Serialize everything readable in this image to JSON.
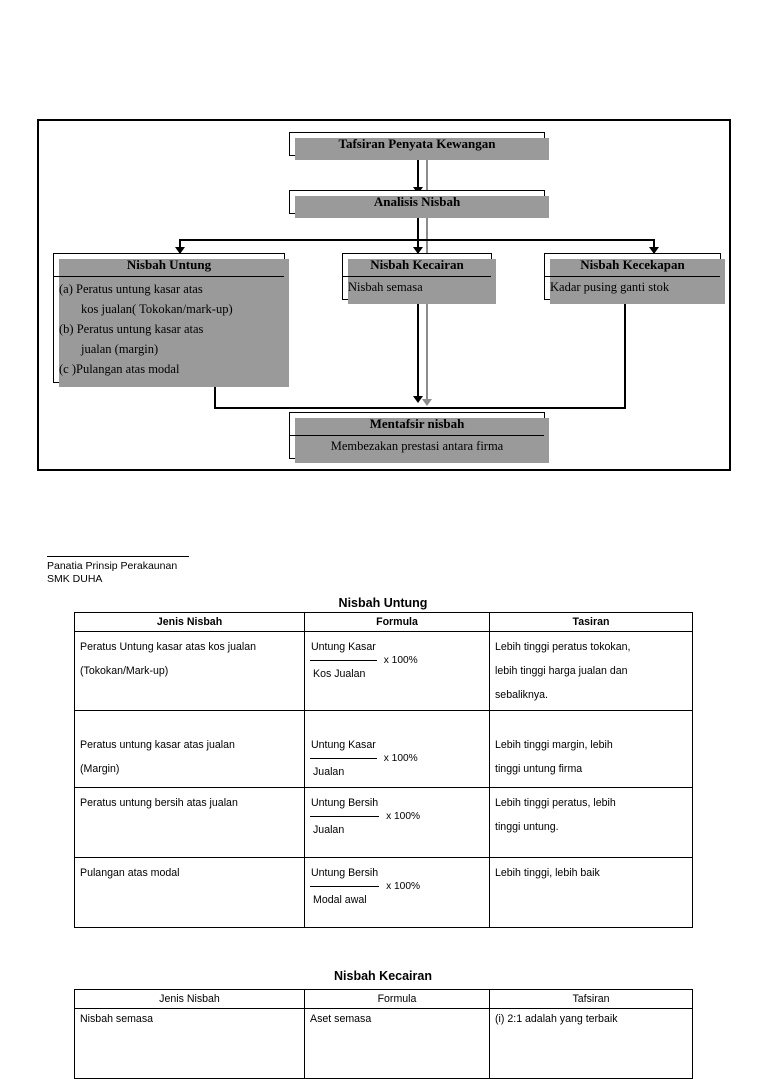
{
  "flowchart": {
    "top_box": {
      "title": "Tafsiran  Penyata Kewangan"
    },
    "second_box": {
      "title": "Analisis  Nisbah"
    },
    "branch_left": {
      "title": "Nisbah  Untung",
      "items": [
        "(a) Peratus  untung kasar  atas",
        "kos jualan( Tokokan/mark-up)",
        "(b) Peratus untung kasar atas",
        "jualan (margin)",
        "(c )Pulangan atas  modal"
      ]
    },
    "branch_middle": {
      "title": "Nisbah Kecairan",
      "body": "Nisbah  semasa"
    },
    "branch_right": {
      "title": "Nisbah Kecekapan",
      "body": "Kadar  pusing ganti stok"
    },
    "bottom_box": {
      "title": "Mentafsir nisbah",
      "body": "Membezakan  prestasi antara firma"
    }
  },
  "page_note": {
    "line1": "Panatia  Prinsip Perakaunan",
    "line2": "SMK  DUHA"
  },
  "table_untung": {
    "caption": "Nisbah Untung",
    "headers": [
      "Jenis Nisbah",
      "Formula",
      "Tasiran"
    ],
    "rows": [
      {
        "jenis": [
          "Peratus Untung kasar  atas kos  jualan",
          "(Tokokan/Mark-up)"
        ],
        "formula": {
          "numerator": "Untung Kasar",
          "denominator": "Kos Jualan",
          "multiplier": "x  100%"
        },
        "tasiran": [
          "Lebih tinggi  peratus  tokokan,",
          "lebih tinggi harga jualan dan",
          "sebaliknya."
        ]
      },
      {
        "jenis": [
          "Peratus  untung kasar atas jualan",
          "(Margin)"
        ],
        "formula": {
          "numerator": "Untung Kasar",
          "denominator": "Jualan",
          "multiplier": "x  100%"
        },
        "tasiran": [
          "Lebih tinggi margin, lebih",
          "tinggi  untung firma"
        ]
      },
      {
        "jenis": [
          "Peratus untung bersih atas jualan"
        ],
        "formula": {
          "numerator": "Untung Bersih",
          "denominator": "Jualan",
          "multiplier": "x  100%"
        },
        "tasiran": [
          "Lebih tinggi peratus, lebih",
          "tinggi untung."
        ]
      },
      {
        "jenis": [
          "Pulangan atas modal"
        ],
        "formula": {
          "numerator": "Untung Bersih",
          "denominator": "Modal awal",
          "multiplier": "x  100%"
        },
        "tasiran": [
          "Lebih tinggi, lebih baik"
        ]
      }
    ]
  },
  "table_kecairan": {
    "caption": "Nisbah Kecairan",
    "headers": [
      "Jenis Nisbah",
      "Formula",
      "Tafsiran"
    ],
    "rows": [
      {
        "jenis": [
          "Nisbah  semasa"
        ],
        "formula": {
          "numerator": "Aset semasa",
          "denominator": "",
          "multiplier": ""
        },
        "tasiran": [
          "(i) 2:1 adalah  yang terbaik"
        ]
      }
    ]
  }
}
